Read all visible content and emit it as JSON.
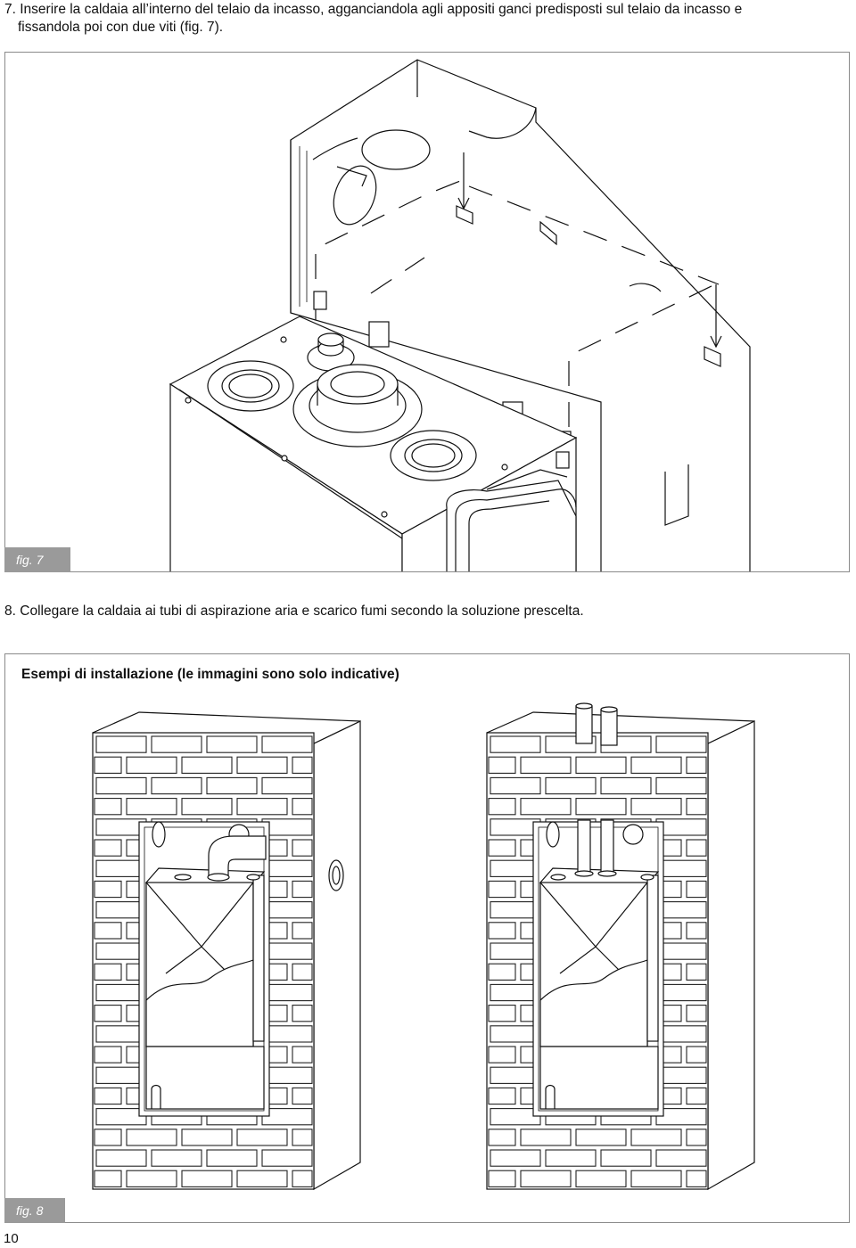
{
  "step7": {
    "number": "7.",
    "line1": "Inserire la caldaia all’interno del telaio da incasso, agganciandola agli appositi ganci predisposti sul telaio da incasso e",
    "line2": "fissandola poi con due viti (fig. 7)."
  },
  "fig7": {
    "label": "fig. 7",
    "icon": "boiler-recessed-frame-illustration"
  },
  "step8": {
    "number": "8.",
    "text": "Collegare la caldaia ai tubi di aspirazione aria e scarico fumi secondo la soluzione prescelta."
  },
  "examples": {
    "title": "Esempi di installazione (le immagini sono solo indicative)",
    "label": "fig. 8",
    "icons": [
      "wall-installation-elbow-flue-illustration",
      "wall-installation-twin-pipe-illustration"
    ]
  },
  "page": {
    "number": "10"
  },
  "colors": {
    "tag_background": "#9a9a9a",
    "frame_border": "#8a8a8a",
    "line": "#111111"
  }
}
